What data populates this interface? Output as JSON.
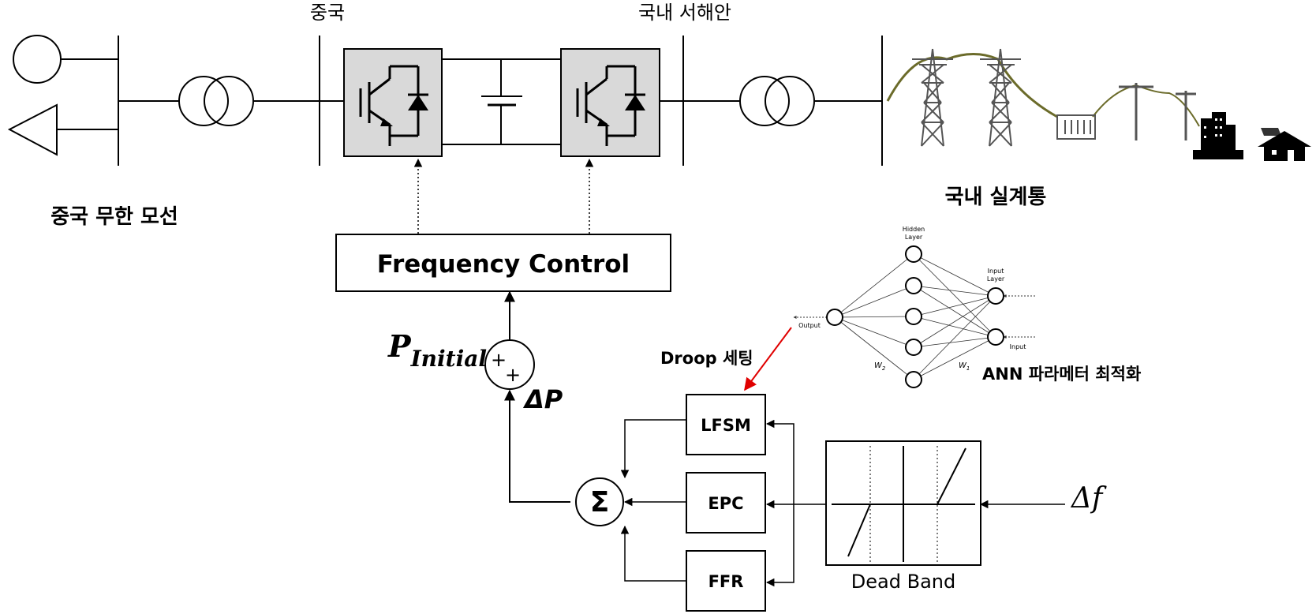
{
  "labels": {
    "china": "중국",
    "domestic_west_coast": "국내 서해안",
    "china_infinite_bus": "중국 무한 모선",
    "domestic_grid": "국내 실계통",
    "frequency_control": "Frequency Control",
    "p_initial_main": "P",
    "p_initial_sub": "Initial",
    "delta_p": "ΔP",
    "delta_f": "Δf",
    "droop_setting": "Droop 세팅",
    "ann_optimization": "ANN 파라메터 최적화",
    "lfsm": "LFSM",
    "epc": "EPC",
    "ffr": "FFR",
    "dead_band": "Dead Band",
    "sigma": "Σ",
    "plus_top": "+",
    "plus_bottom": "+",
    "nn_hidden": "Hidden",
    "nn_hidden_2": "Layer",
    "nn_input": "Input",
    "nn_input_2": "Layer",
    "nn_output": "Output",
    "nn_input_label": "Input",
    "nn_w2": "W",
    "nn_w2_sub": "2",
    "nn_w1": "W",
    "nn_w1_sub": "1"
  },
  "colors": {
    "line": "#000000",
    "converter_fill": "#d9d9d9",
    "droop_arrow": "#e00000",
    "tower": "#555555",
    "cable": "#6b6b2a"
  },
  "icons": [
    "generator-icon",
    "load-icon",
    "transformer-icon",
    "igbt-converter-icon",
    "capacitor-icon",
    "transmission-tower-icon",
    "building-icon",
    "house-icon",
    "solar-panel-icon",
    "neural-network-icon"
  ]
}
